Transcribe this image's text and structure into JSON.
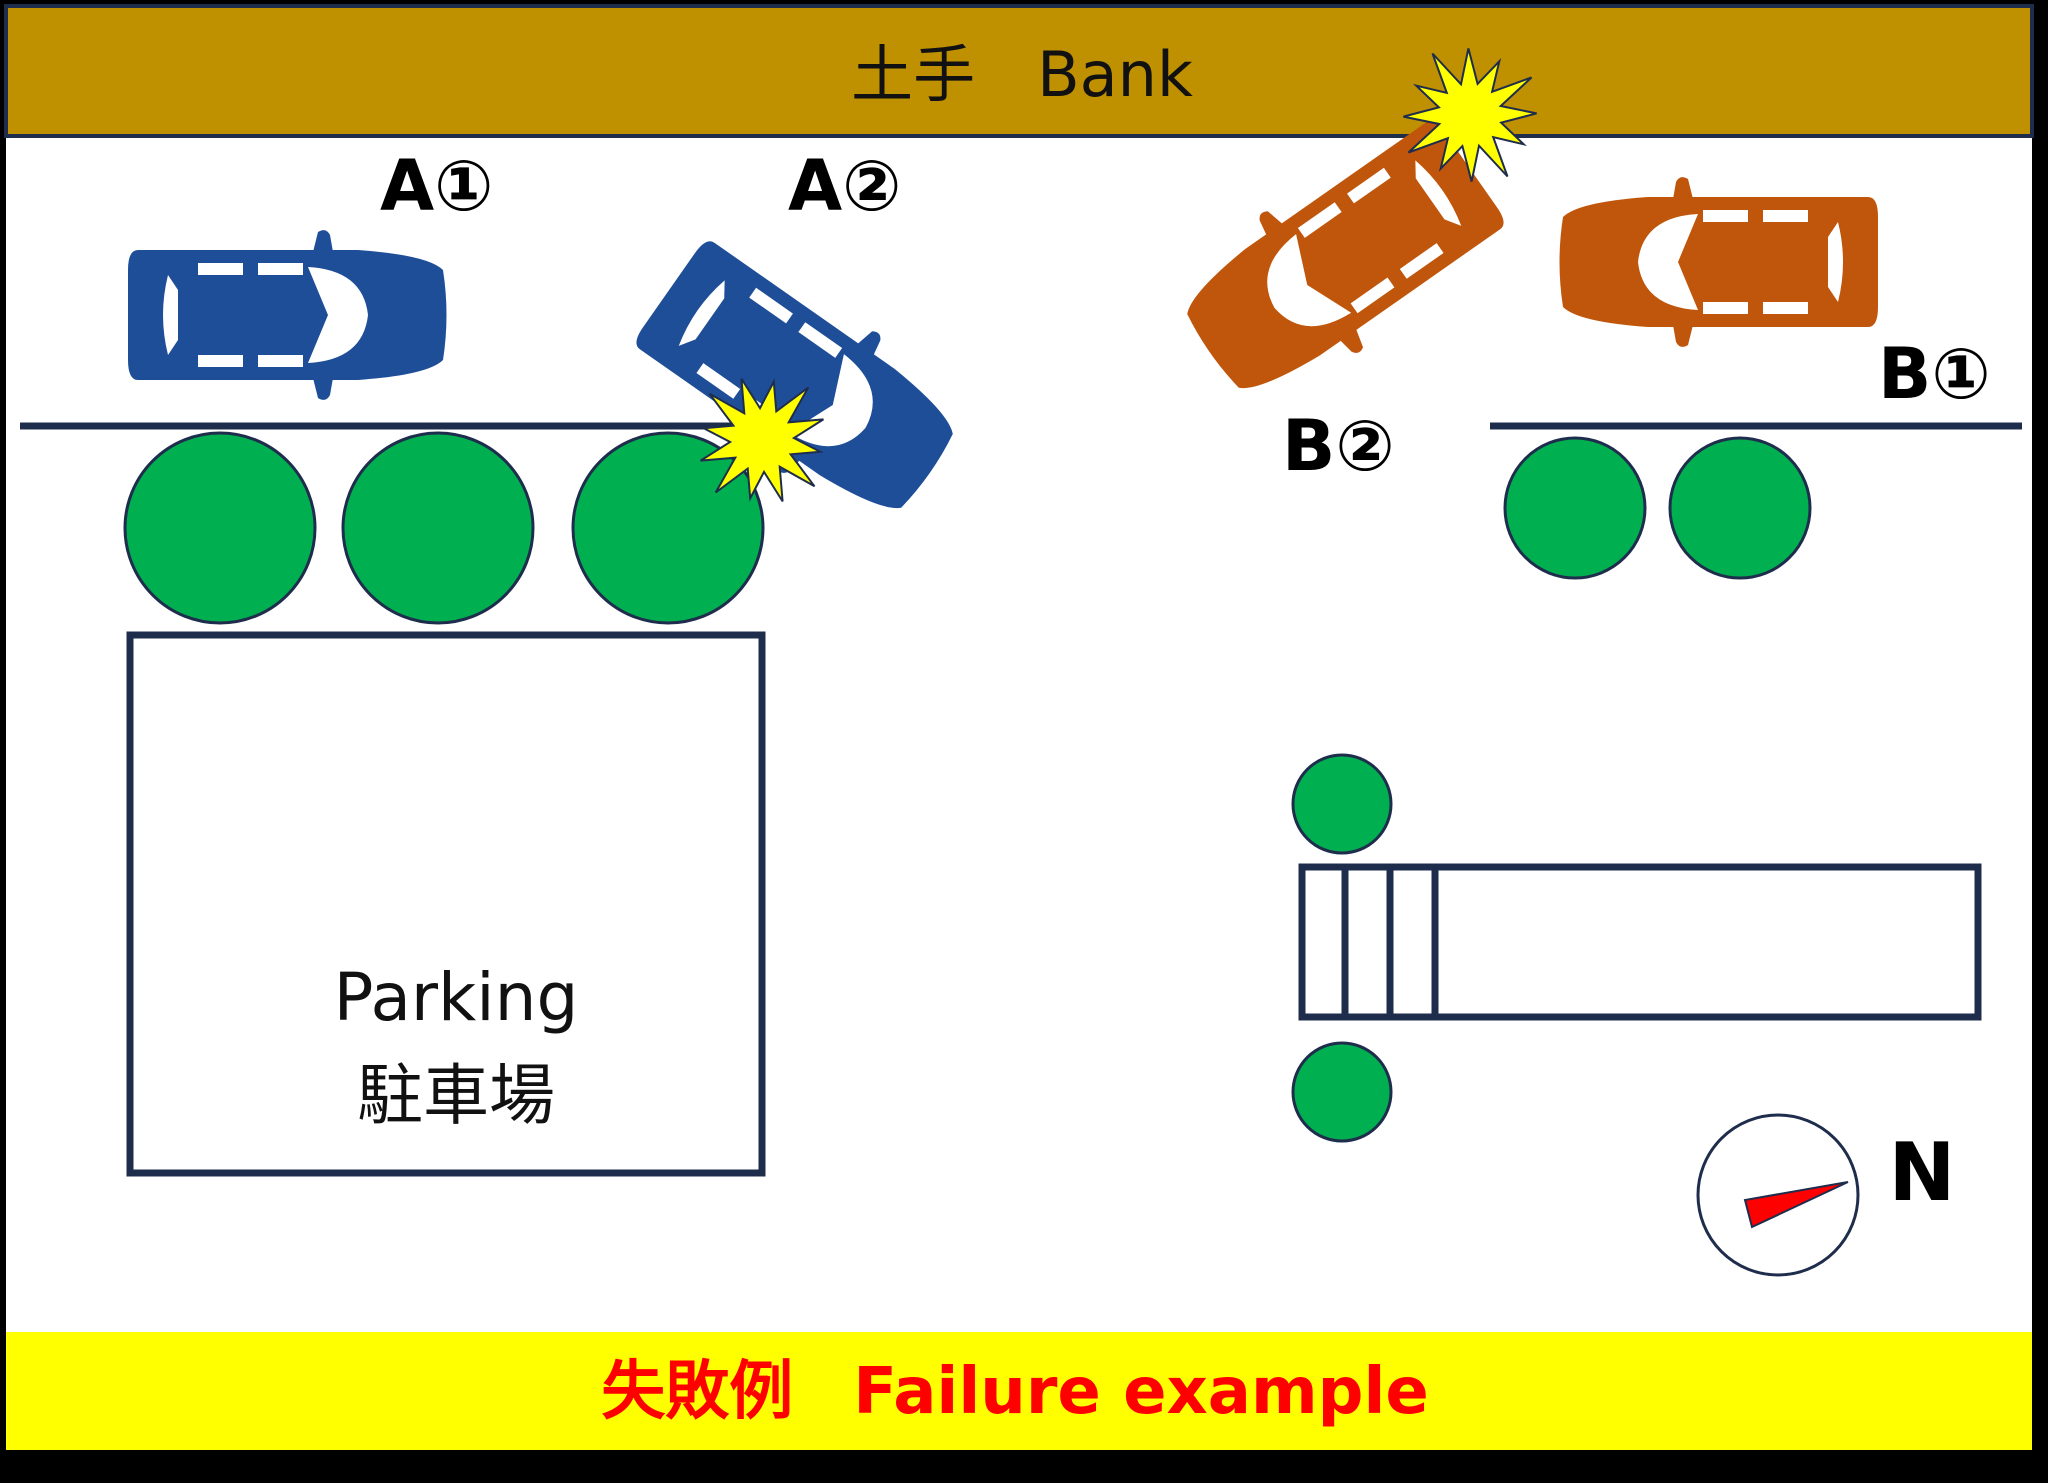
{
  "top_banner": {
    "text": "土手　Bank",
    "color": "#bf9000"
  },
  "bottom_banner": {
    "text_jp": "失敗例",
    "text_en": "Failure example",
    "bg": "#ffff00",
    "text_color": "#ff0000"
  },
  "parking": {
    "label_en": "Parking",
    "label_jp": "駐車場"
  },
  "cars": {
    "a1": {
      "label": "A①",
      "color": "#1f4e99"
    },
    "a2": {
      "label": "A②",
      "color": "#1f4e99"
    },
    "b1": {
      "label": "B①",
      "color": "#c0560c"
    },
    "b2": {
      "label": "B②",
      "color": "#c0560c"
    }
  },
  "compass": {
    "label": "N",
    "needle_color": "#ff0000"
  },
  "colors": {
    "tree": "#00b050",
    "outline": "#1f2d4d",
    "collision": "#ffff00"
  }
}
